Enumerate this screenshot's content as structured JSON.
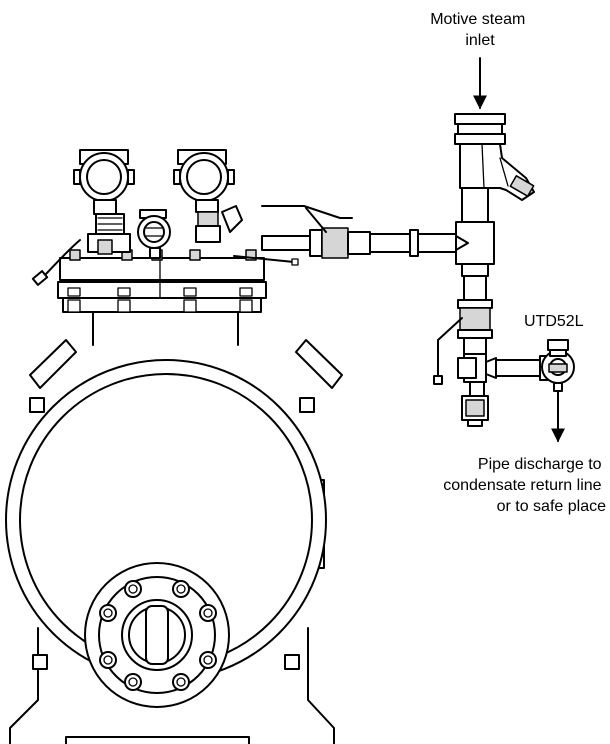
{
  "labels": {
    "motive_steam": [
      "Motive steam",
      "inlet"
    ],
    "trap": "UTD52L",
    "discharge": [
      "Pipe discharge to",
      "condensate return line",
      "or to safe place"
    ]
  }
}
